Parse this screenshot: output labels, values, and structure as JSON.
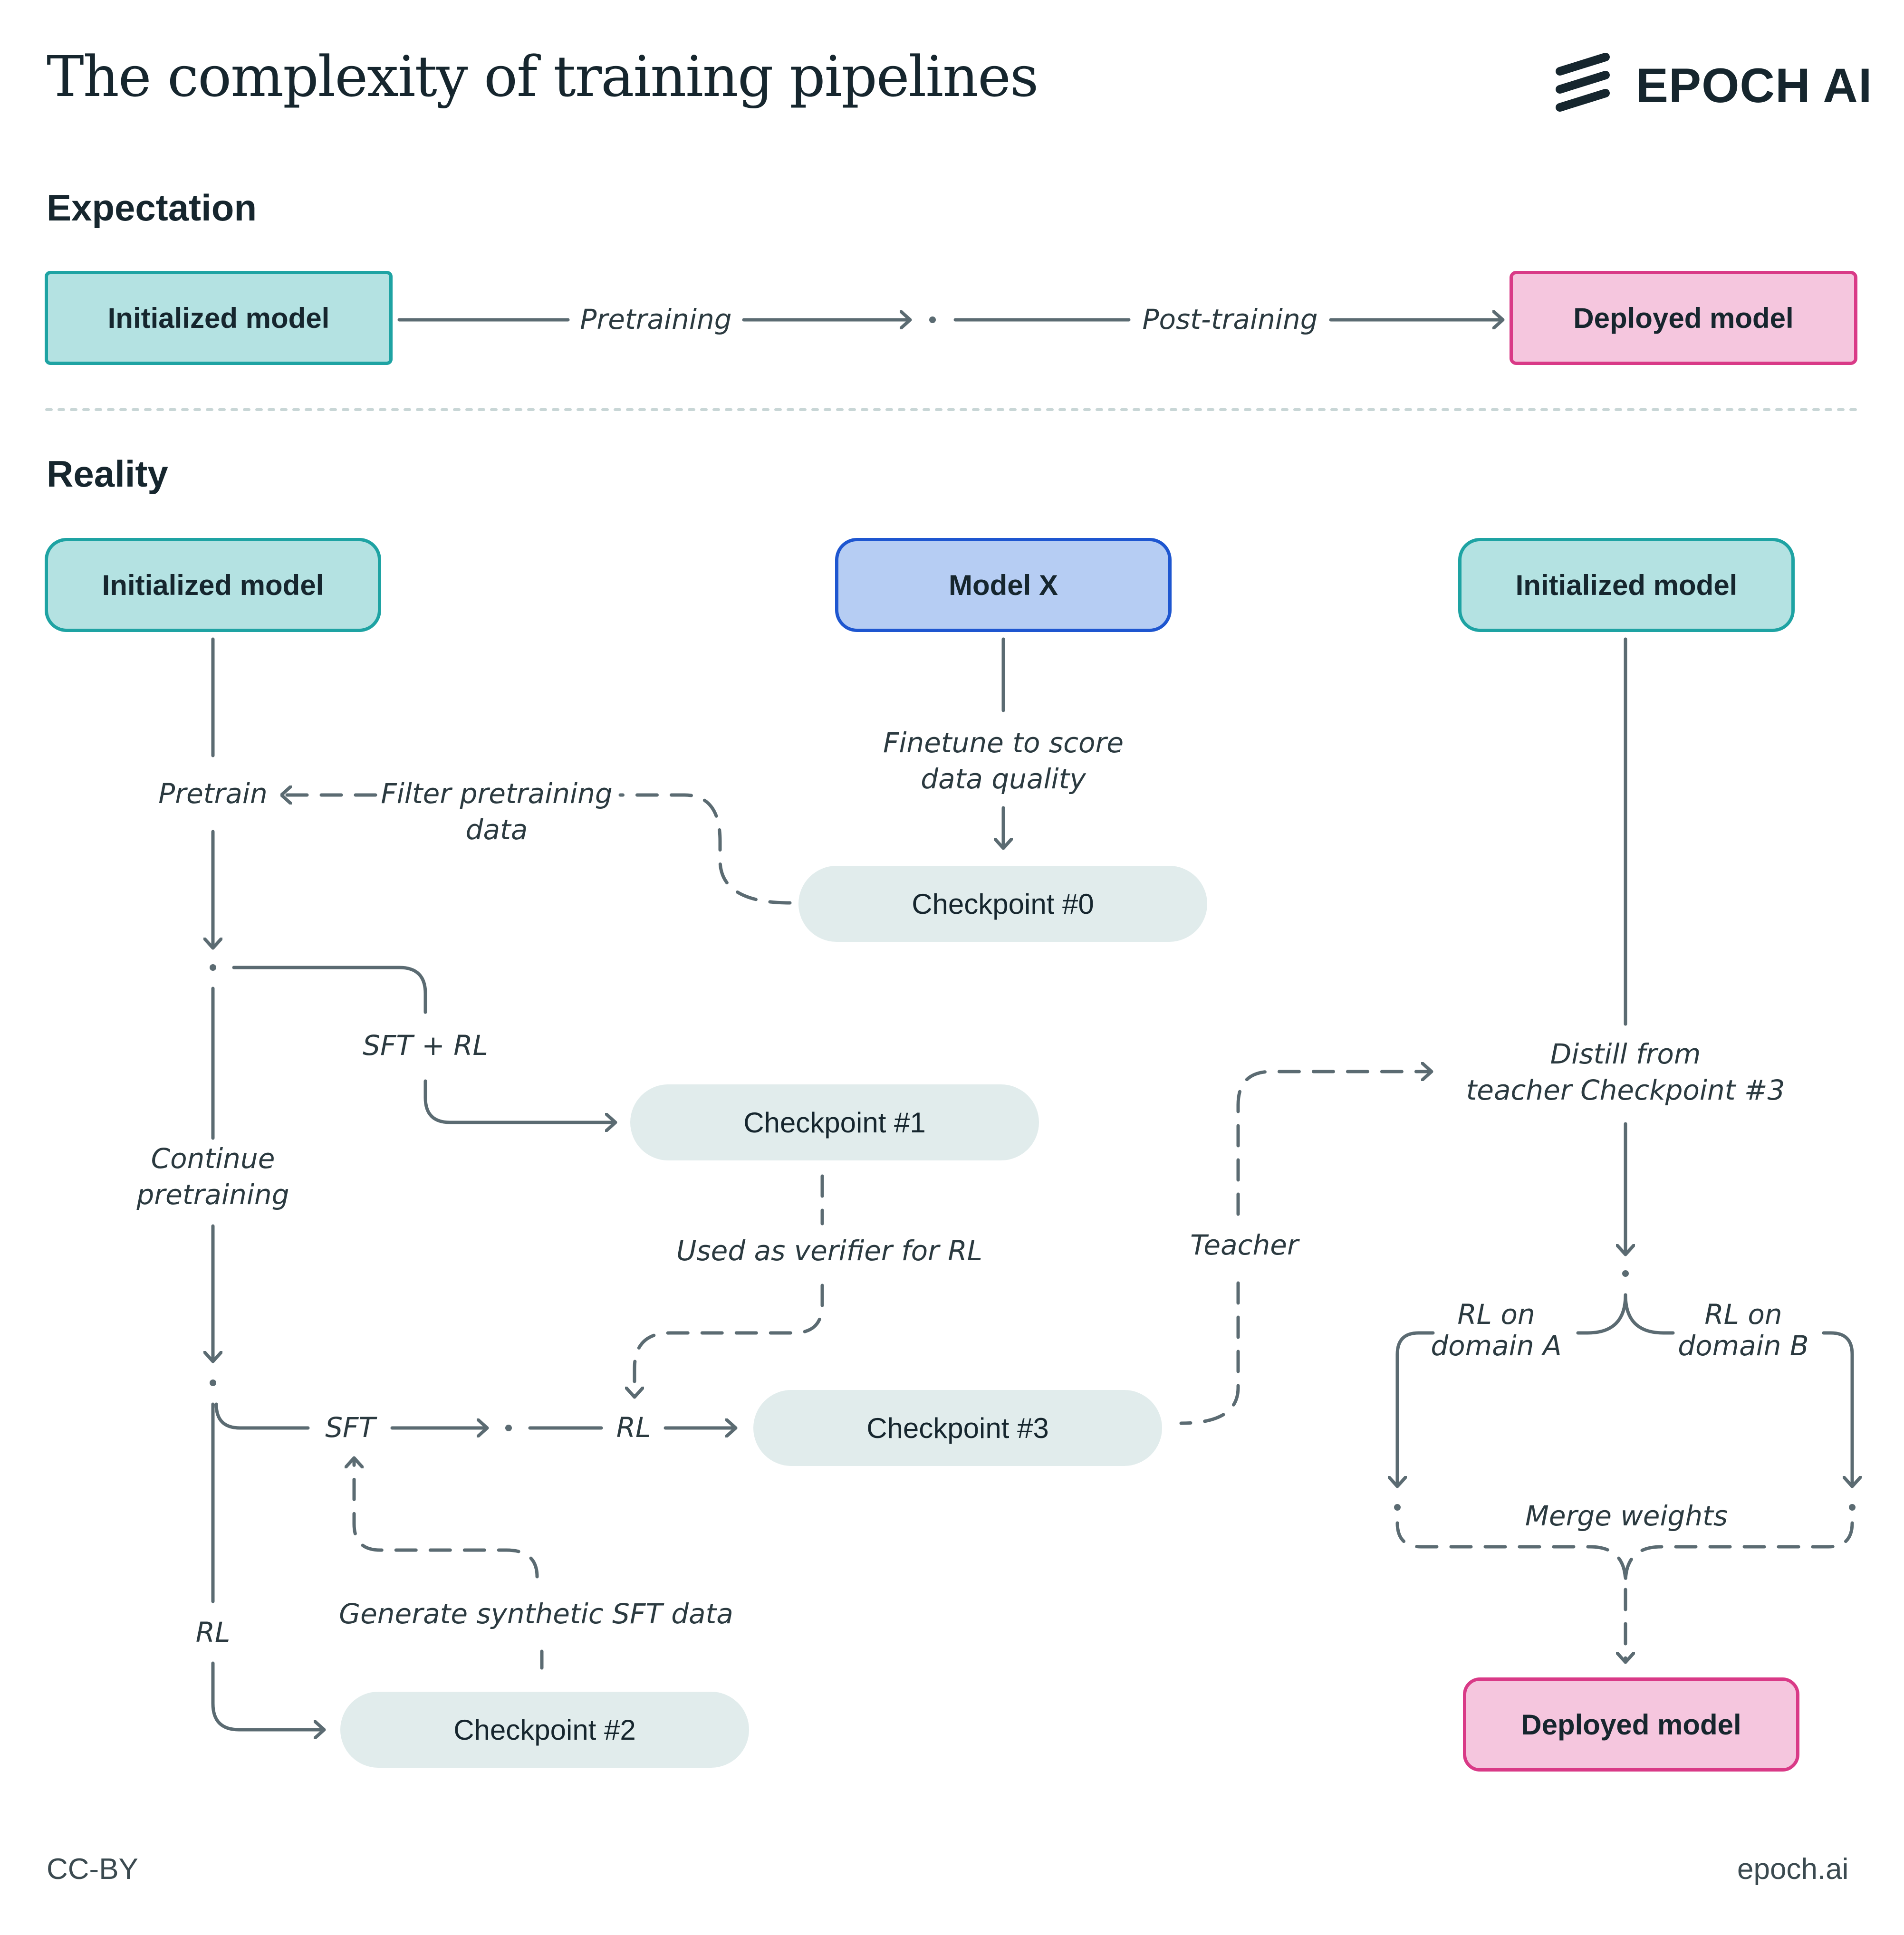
{
  "title": "The complexity of training pipelines",
  "brand": {
    "name": "EPOCH AI",
    "logo_icon": "epoch-stripes-logo"
  },
  "colors": {
    "teal_fill": "#b4e2e2",
    "teal_border": "#1ea3a3",
    "pink_fill": "#f5c6de",
    "pink_border": "#d93a87",
    "blue_fill": "#b6cdf3",
    "blue_border": "#1e56d0",
    "checkpoint_fill": "#e1ecec",
    "connector": "#5b6b72"
  },
  "expectation": {
    "heading": "Expectation",
    "start_node": "Initialized model",
    "step1": "Pretraining",
    "step2": "Post-training",
    "end_node": "Deployed model"
  },
  "reality": {
    "heading": "Reality",
    "nodes": {
      "init_left": "Initialized model",
      "model_x": "Model X",
      "init_right": "Initialized model",
      "checkpoint0": "Checkpoint #0",
      "checkpoint1": "Checkpoint #1",
      "checkpoint2": "Checkpoint #2",
      "checkpoint3": "Checkpoint #3",
      "deployed": "Deployed model"
    },
    "labels": {
      "pretrain": "Pretrain",
      "filter": "Filter pretraining\ndata",
      "finetune": "Finetune to score\ndata quality",
      "sft_rl": "SFT + RL",
      "continue": "Continue\npretraining",
      "verifier": "Used as verifier for RL",
      "teacher": "Teacher",
      "distill": "Distill from\nteacher Checkpoint #3",
      "sft": "SFT",
      "rl_mid": "RL",
      "rl_left": "RL",
      "synthetic": "Generate synthetic SFT data",
      "rl_a": "RL on\ndomain A",
      "rl_b": "RL on\ndomain B",
      "merge": "Merge weights"
    }
  },
  "footer": {
    "license": "CC-BY",
    "site": "epoch.ai"
  }
}
